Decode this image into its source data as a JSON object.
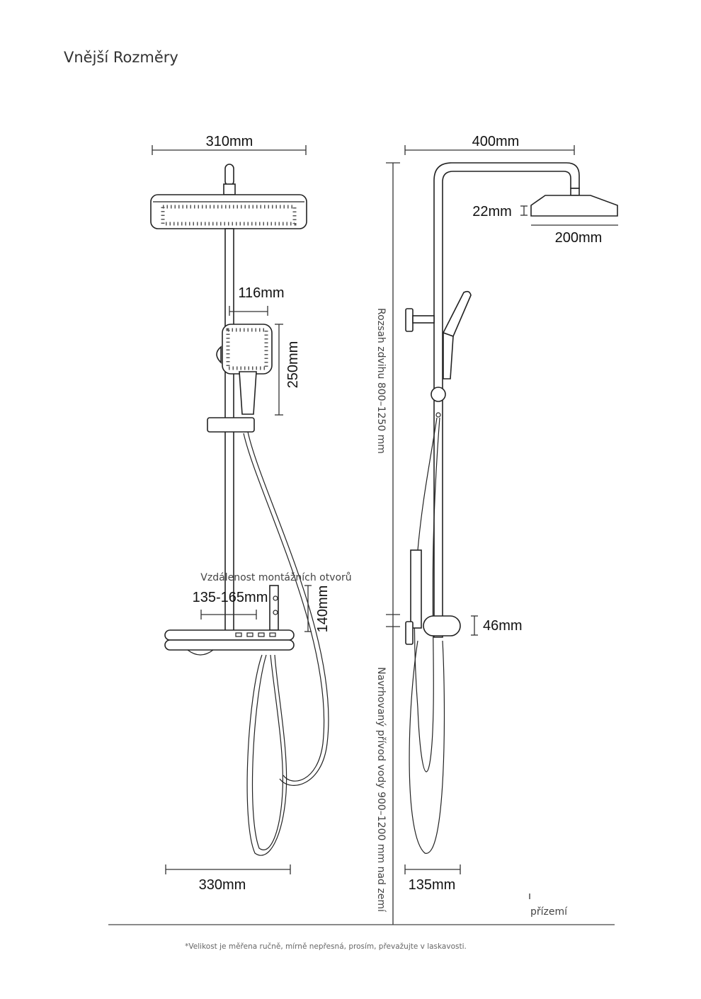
{
  "title": "Vnější Rozměry",
  "left_view": {
    "width_top": "310mm",
    "hand_offset": "116mm",
    "hand_height": "250mm",
    "mount_label": "Vzdálenost montážních otvorů",
    "mount_distance": "135-165mm",
    "outlet_height": "140mm",
    "width_bottom": "330mm"
  },
  "right_view": {
    "reach": "400mm",
    "head_thickness": "22mm",
    "head_diameter": "200mm",
    "shelf_height": "46mm",
    "depth": "135mm",
    "lift_range": "Rozsah zdvihu 800–1250 mm",
    "water_inlet": "Navrhovaný přívod vody 900–1200 mm nad zemí",
    "ground": "přízemí"
  },
  "footnote": "*Velikost je měřena ručně, mírně nepřesná, prosím, převažujte v laskavosti."
}
